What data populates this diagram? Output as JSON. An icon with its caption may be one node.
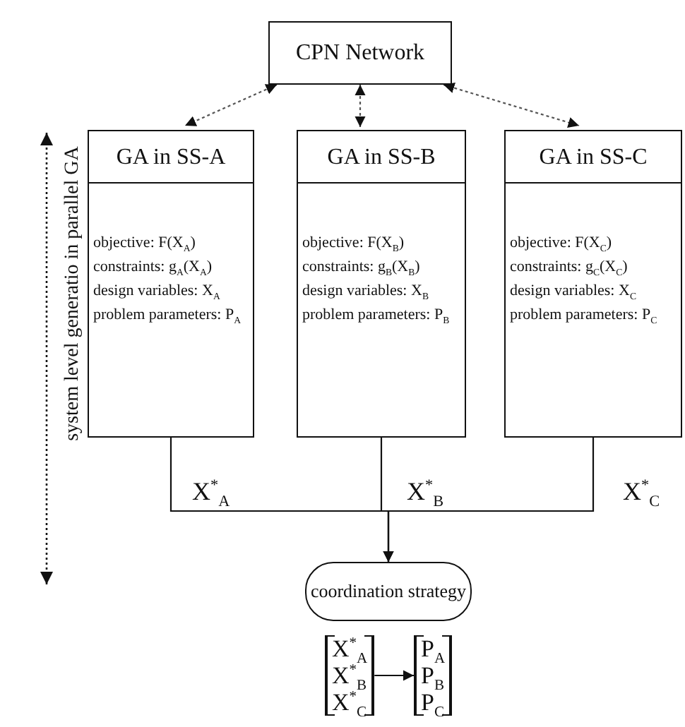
{
  "diagram": {
    "nodes": [
      {
        "text": [
          "CPN Network"
        ]
      },
      {
        "text": [
          "GA in SS-A",
          "objective: F(X$_{A}$)",
          "constraints: g$_{A}$(X$_{A}$)",
          "design variables: X$_{A}$",
          "problem parameters: P$_{A}$"
        ]
      },
      {
        "text": [
          "GA in SS-B",
          "objective: F(X$_{B}$)",
          "constraints: g$_{B}$(X$_{B}$)",
          "design variables: X$_{B}$",
          "problem parameters: P$_{B}$"
        ]
      },
      {
        "text": [
          "GA in SS-C",
          "objective: F(X$_{C}$)",
          "constraints: g$_{C}$(X$_{C}$)",
          "design variables: X$_{C}$",
          "problem parameters: P$_{C}$"
        ]
      },
      {
        "text": [
          "coordination strategy"
        ]
      },
      {
        "text": [
          "X$^{*}$$_{A}$",
          "X$^{*}$$_{B}$",
          "X$^{*}$$_{C}$"
        ]
      },
      {
        "text": [
          "P$_{A}$",
          "P$_{B}$",
          "P$_{C}$"
        ]
      }
    ],
    "edges": [
      {
        "from": 0,
        "to": 1,
        "arrow": "both",
        "style": "dashed"
      },
      {
        "from": 0,
        "to": 2,
        "arrow": "both",
        "style": "dashed"
      },
      {
        "from": 0,
        "to": 3,
        "arrow": "both",
        "style": "dashed"
      },
      {
        "from": 1,
        "to": 4,
        "arrow": "to",
        "label": "X$^{*}$$_{A}$"
      },
      {
        "from": 2,
        "to": 4,
        "arrow": "to",
        "label": "X$^{*}$$_{B}$"
      },
      {
        "from": 3,
        "to": 4,
        "arrow": "to",
        "label": "X$^{*}$$_{C}$"
      },
      {
        "from": 5,
        "to": 6,
        "arrow": "to"
      }
    ],
    "labels": [
      "system level generatio in parallel GA"
    ]
  }
}
